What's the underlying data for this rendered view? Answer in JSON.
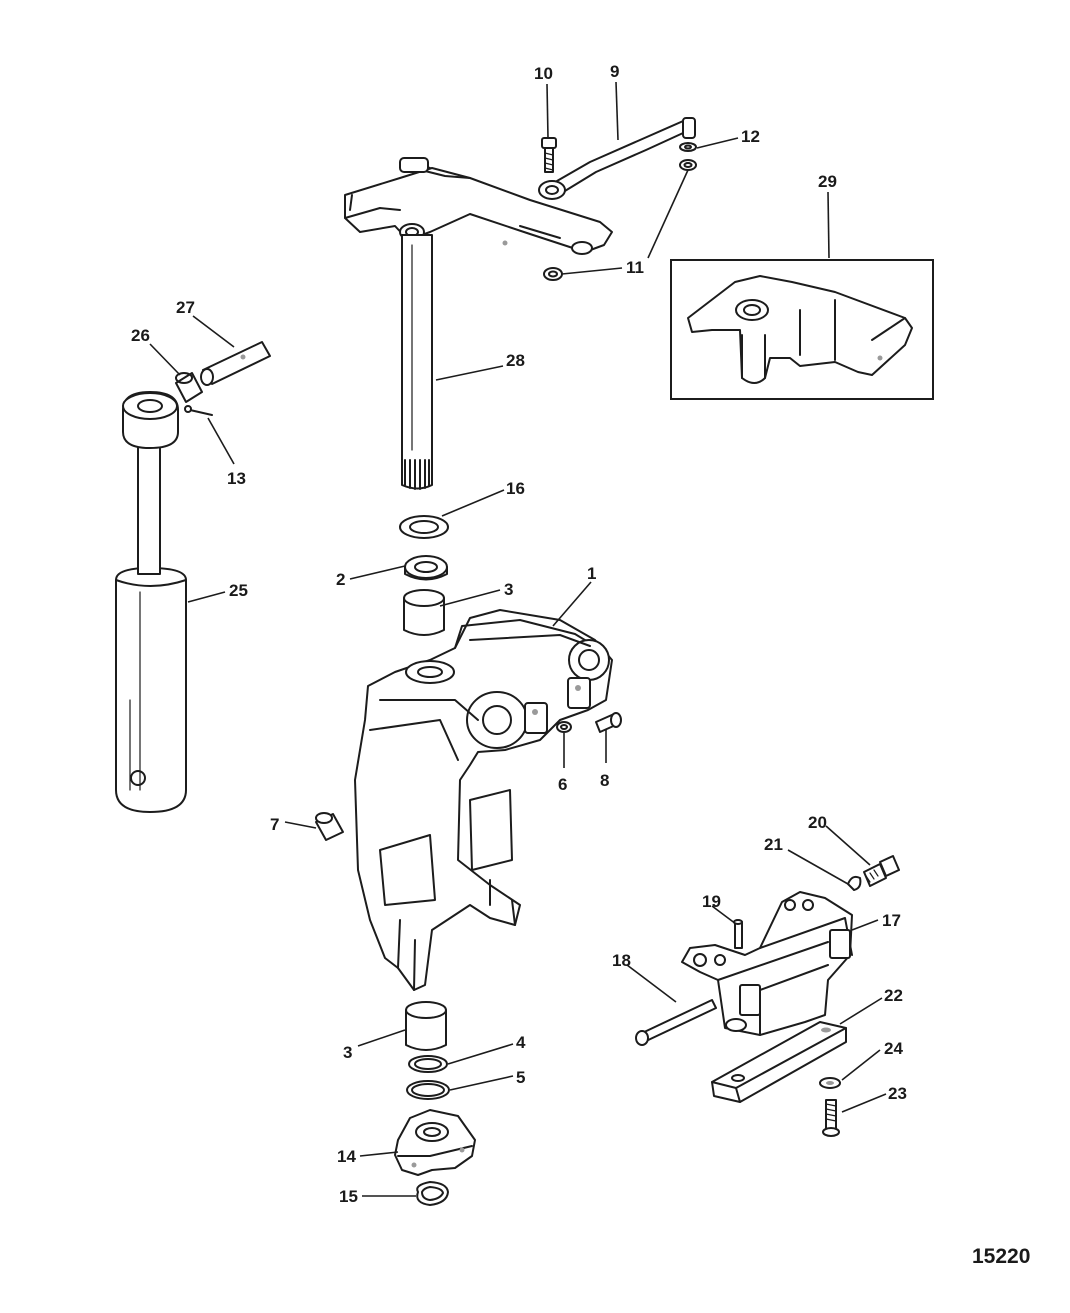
{
  "figure_number": "15220",
  "callouts": {
    "c1": "1",
    "c2": "2",
    "c3a": "3",
    "c3b": "3",
    "c4": "4",
    "c5": "5",
    "c6": "6",
    "c7": "7",
    "c8": "8",
    "c9": "9",
    "c10": "10",
    "c11a": "11",
    "c12": "12",
    "c13": "13",
    "c14": "14",
    "c15": "15",
    "c16": "16",
    "c17": "17",
    "c18": "18",
    "c19": "19",
    "c20": "20",
    "c21": "21",
    "c22": "22",
    "c23": "23",
    "c24": "24",
    "c25": "25",
    "c26": "26",
    "c27": "27",
    "c28": "28",
    "c29": "29"
  }
}
